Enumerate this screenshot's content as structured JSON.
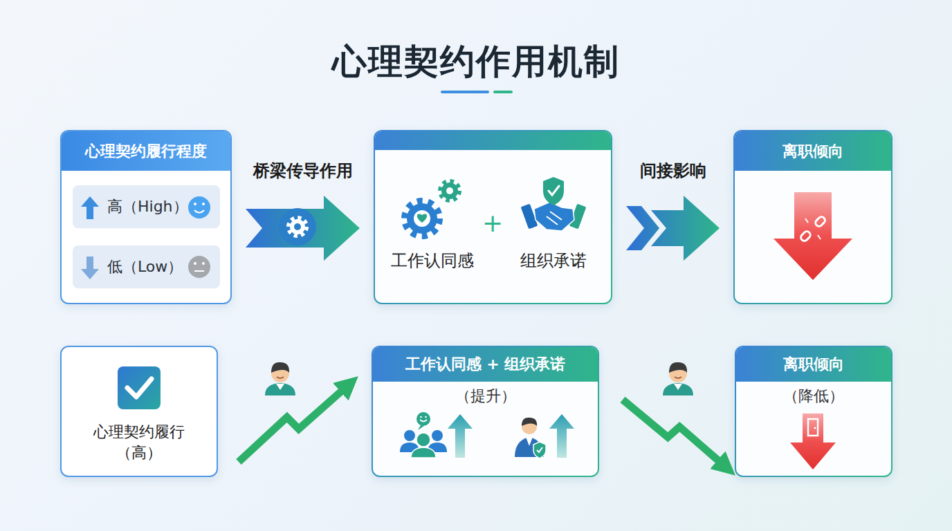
{
  "diagram": {
    "title": "心理契约作用机制",
    "nodes": [
      {
        "text": [
          "心理契约履行程度"
        ]
      },
      {
        "text": [
          "高（High）"
        ],
        "in": 0
      },
      {
        "text": [
          "低（Low）"
        ],
        "in": 0
      },
      {
        "text": [
          "工作认同感",
          "组织承诺"
        ]
      },
      {
        "text": [
          "离职倾向"
        ]
      },
      {
        "text": [
          "心理契约履行 （高）"
        ]
      },
      {
        "text": [
          "工作认同感 + 组织承诺",
          "（提升）"
        ]
      },
      {
        "text": [
          "离职倾向",
          "（降低）"
        ]
      }
    ],
    "edges": [
      {
        "from": 0,
        "to": 3,
        "arrow": "to",
        "label": "桥梁传导作用"
      },
      {
        "from": 3,
        "to": 4,
        "arrow": "to",
        "label": "间接影响"
      },
      {
        "from": 5,
        "to": 6,
        "arrow": "to"
      },
      {
        "from": 6,
        "to": 7,
        "arrow": "to"
      }
    ],
    "labels": [
      "+"
    ]
  }
}
